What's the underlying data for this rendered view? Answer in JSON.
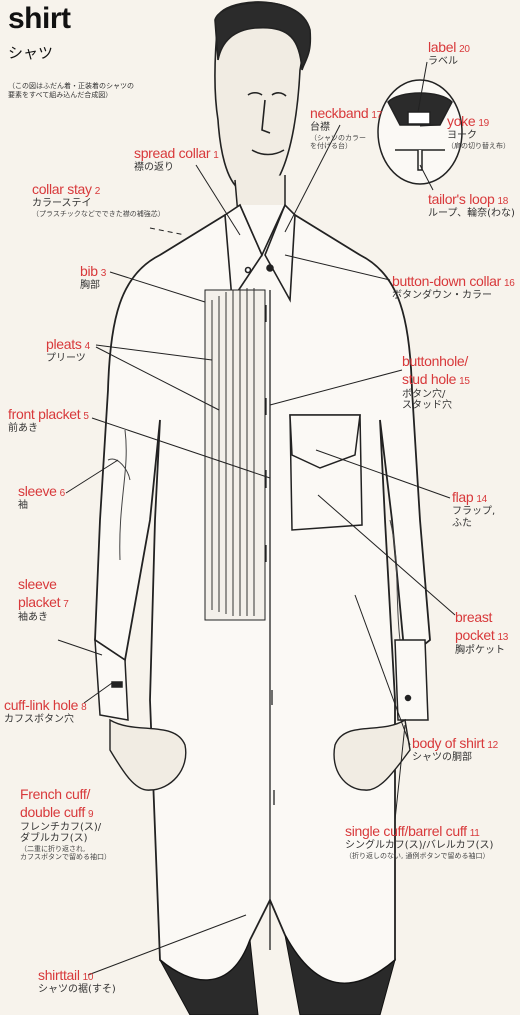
{
  "title": {
    "en": "shirt",
    "ja": "シャツ",
    "note_line1": "（この図はふだん着・正装着のシャツの",
    "note_line2": "要素をすべて組み込んだ合成図）"
  },
  "labels": {
    "label": {
      "en": "label",
      "num": "20",
      "ja": "ラベル"
    },
    "neckband": {
      "en": "neckband",
      "num": "17",
      "ja": "台襟",
      "note1": "（シャツのカラー",
      "note2": "を付ける台）"
    },
    "yoke": {
      "en": "yoke",
      "num": "19",
      "ja": "ヨーク",
      "note": "（肩の切り替え布）"
    },
    "spread_collar": {
      "en": "spread collar",
      "num": "1",
      "ja": "襟の返り"
    },
    "collar_stay": {
      "en": "collar stay",
      "num": "2",
      "ja": "カラーステイ",
      "note": "（プラスチックなどでできた襟の補強芯）"
    },
    "tailors_loop": {
      "en": "tailor's loop",
      "num": "18",
      "ja": "ループ、輪奈(わな)"
    },
    "bib": {
      "en": "bib",
      "num": "3",
      "ja": "胸部"
    },
    "button_down_collar": {
      "en": "button-down collar",
      "num": "16",
      "ja": "ボタンダウン・カラー"
    },
    "pleats": {
      "en": "pleats",
      "num": "4",
      "ja": "プリーツ"
    },
    "buttonhole": {
      "en": "buttonhole/",
      "en2": "stud hole",
      "num": "15",
      "ja": "ボタン穴/",
      "ja2": "スタッド穴"
    },
    "front_placket": {
      "en": "front placket",
      "num": "5",
      "ja": "前あき"
    },
    "sleeve": {
      "en": "sleeve",
      "num": "6",
      "ja": "袖"
    },
    "flap": {
      "en": "flap",
      "num": "14",
      "ja": "フラップ,",
      "ja2": "ふた"
    },
    "sleeve_placket": {
      "en": "sleeve",
      "en2": "placket",
      "num": "7",
      "ja": "袖あき"
    },
    "breast_pocket": {
      "en": "breast",
      "en2": "pocket",
      "num": "13",
      "ja": "胸ポケット"
    },
    "cuff_link_hole": {
      "en": "cuff-link hole",
      "num": "8",
      "ja": "カフスボタン穴"
    },
    "body_of_shirt": {
      "en": "body of shirt",
      "num": "12",
      "ja": "シャツの胴部"
    },
    "french_cuff": {
      "en": "French cuff/",
      "en2": "double cuff",
      "num": "9",
      "ja": "フレンチカフ(ス)/",
      "ja2": "ダブルカフ(ス)",
      "note1": "（二重に折り返され,",
      "note2": "カフスボタンで留める袖口）"
    },
    "single_cuff": {
      "en": "single cuff/barrel cuff",
      "num": "11",
      "ja": "シングルカフ(ス)/バレルカフ(ス)",
      "note": "（折り返しのない, 通例ボタンで留める袖口）"
    },
    "shirttail": {
      "en": "shirttail",
      "num": "10",
      "ja": "シャツの裾(すそ)"
    }
  },
  "colors": {
    "label_red": "#d8393b",
    "ink": "#222222",
    "paper": "#f7f3ec"
  }
}
